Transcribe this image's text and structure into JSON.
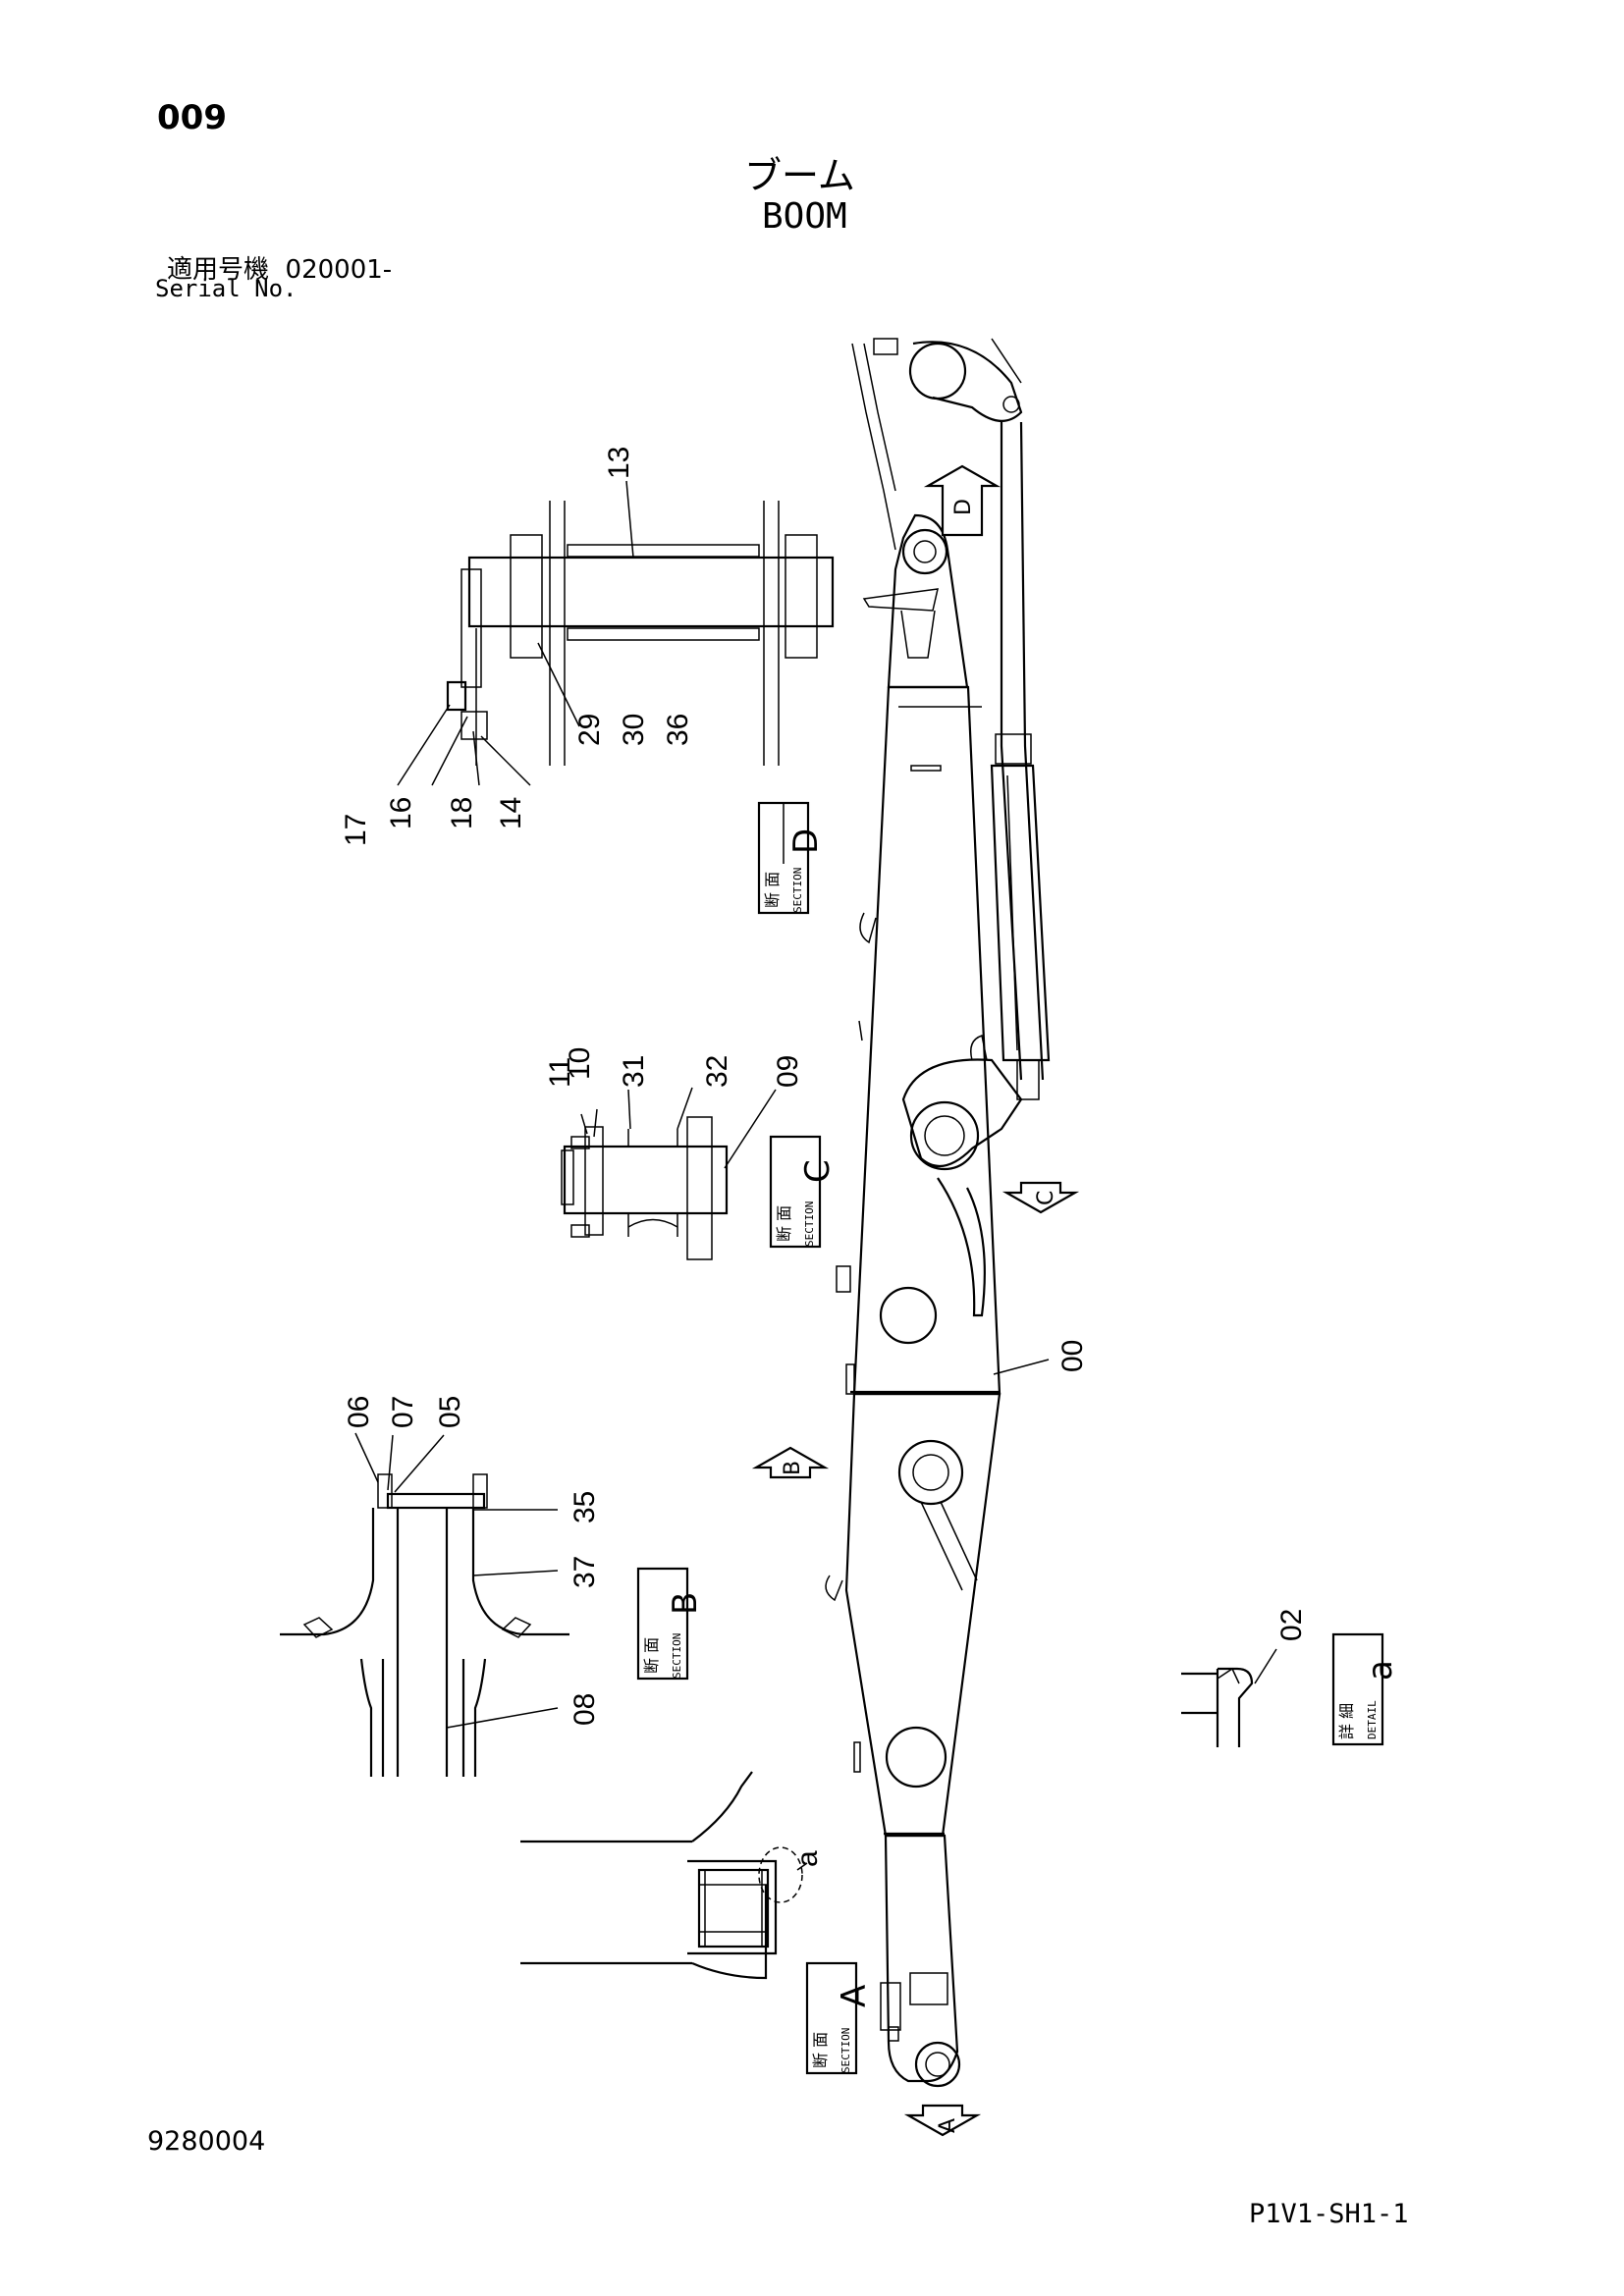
{
  "page_number": "009",
  "title_jp": "ブーム",
  "title_en": "BOOM",
  "serial_label_jp": "適用号機",
  "serial_value": "020001-",
  "serial_label_en": "Serial No.",
  "doc_id": "9280004",
  "sheet_id": "P1V1-SH1-1",
  "section_jp": "断 面",
  "section_en": "SECTION",
  "detail_jp": "詳 細",
  "detail_en": "DETAIL",
  "section_letters": {
    "a": "A",
    "b": "B",
    "c": "C",
    "d": "D"
  },
  "detail_letter": "a",
  "view_arrows": {
    "a": "A",
    "b": "B",
    "c": "C",
    "d": "D"
  },
  "detail_call": "a",
  "parts": {
    "p00": "00",
    "p02": "02",
    "p05": "05",
    "p06": "06",
    "p07": "07",
    "p08": "08",
    "p09": "09",
    "p10": "10",
    "p11": "11",
    "p13": "13",
    "p14": "14",
    "p16": "16",
    "p17": "17",
    "p18": "18",
    "p29": "29",
    "p30": "30",
    "p31": "31",
    "p32": "32",
    "p35": "35",
    "p36": "36",
    "p37": "37"
  }
}
